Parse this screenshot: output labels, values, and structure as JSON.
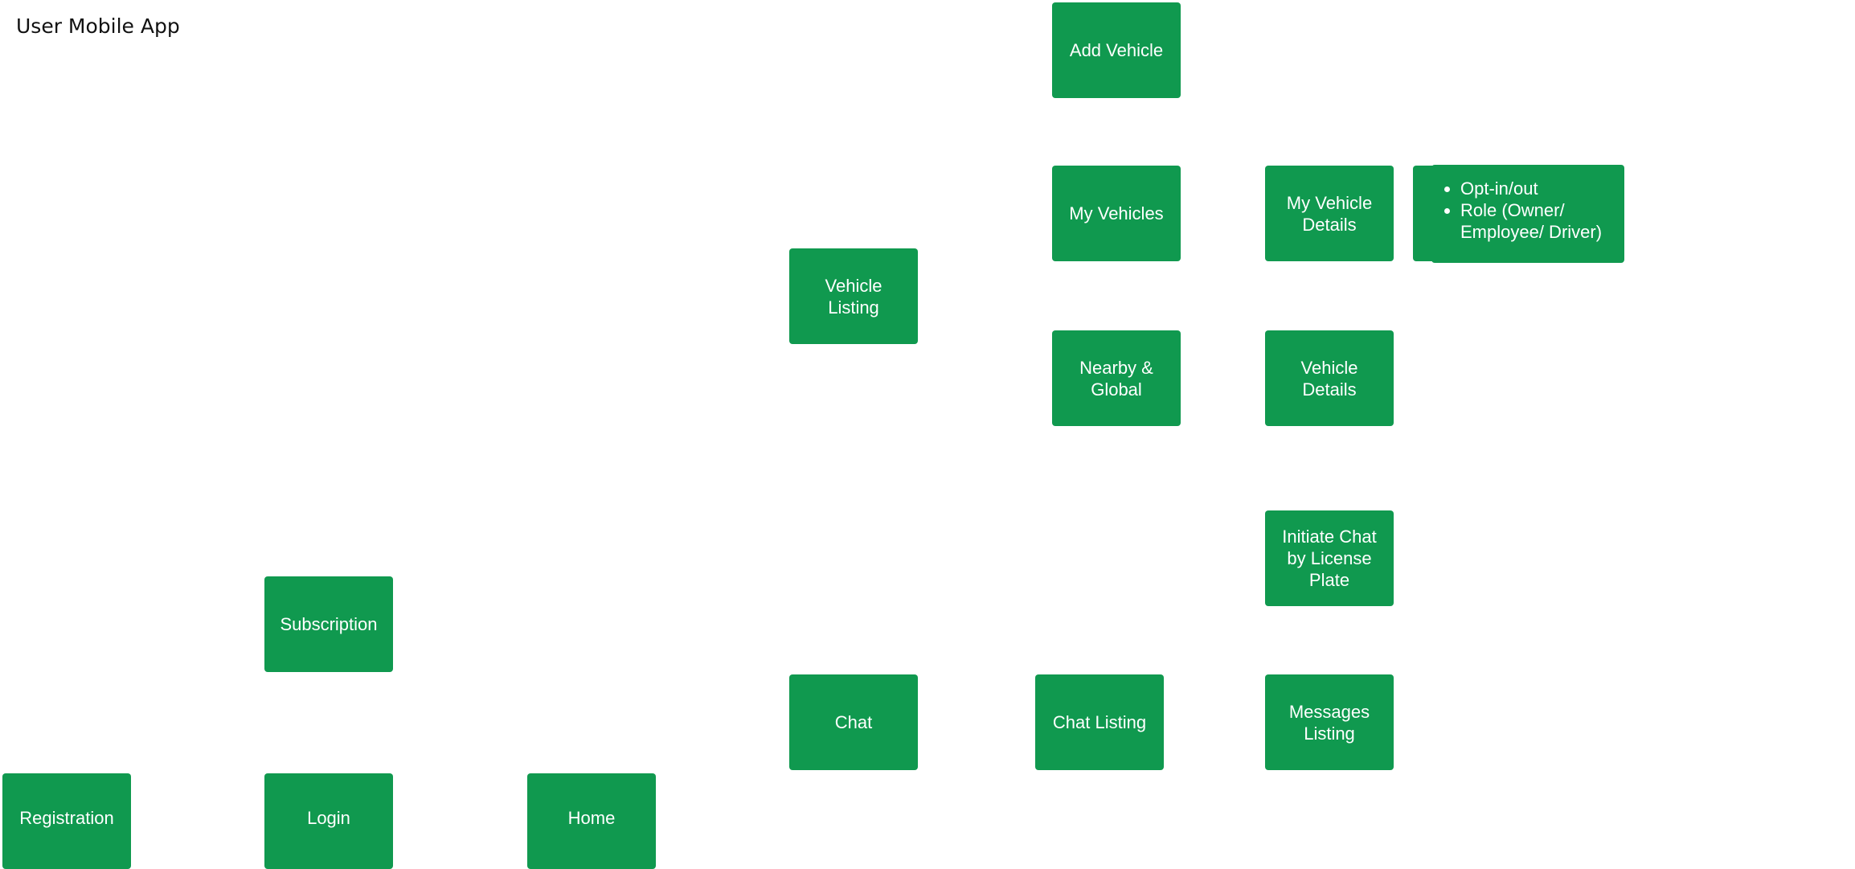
{
  "title": "User Mobile App",
  "nodes": {
    "add_vehicle": "Add Vehicle",
    "my_vehicles": "My Vehicles",
    "nearby_global": "Nearby & Global",
    "vehicle_listing": "Vehicle Listing",
    "my_vehicle_details": "My Vehicle Details",
    "vehicle_details": "Vehicle Details",
    "initiate_chat": "Initiate Chat by License Plate",
    "messages_listing": "Messages Listing",
    "chat_listing": "Chat Listing",
    "chat": "Chat",
    "subscription": "Subscription",
    "registration": "Registration",
    "login": "Login",
    "home": "Home"
  },
  "note": {
    "items": [
      "Opt-in/out",
      "Role (Owner/ Employee/ Driver)"
    ]
  },
  "colors": {
    "node": "#10994f"
  }
}
